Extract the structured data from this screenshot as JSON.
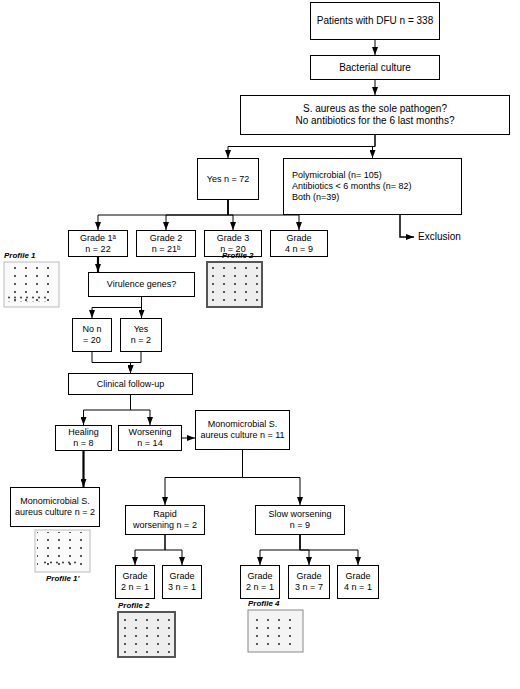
{
  "diagram": {
    "nodes": [
      {
        "text": [
          "Patients with DFU n = 338"
        ]
      },
      {
        "text": [
          "Bacterial culture"
        ]
      },
      {
        "text": [
          "S. aureus as the sole pathogen? No antibiotics for the 6 last months?"
        ]
      },
      {
        "text": [
          "Yes n = 72"
        ]
      },
      {
        "text": [
          "Polymicrobial (n= 105)",
          "Antibiotics < 6 months (n= 82)",
          "Both (n=39)"
        ]
      },
      {
        "text": [
          "Grade 1ᵃ n = 22"
        ]
      },
      {
        "text": [
          "Grade 2 n = 21ᵇ"
        ]
      },
      {
        "text": [
          "Grade 3 n = 20"
        ]
      },
      {
        "text": [
          "Grade 4 n = 9"
        ]
      },
      {
        "text": [
          "Virulence genes?"
        ]
      },
      {
        "text": [
          "No n = 20"
        ]
      },
      {
        "text": [
          "Yes n = 2"
        ]
      },
      {
        "text": [
          "Clinical follow-up"
        ]
      },
      {
        "text": [
          "Healing n = 8"
        ]
      },
      {
        "text": [
          "Worsening n = 14"
        ]
      },
      {
        "text": [
          "Monomicrobial S. aureus culture n = 11"
        ]
      },
      {
        "text": [
          "Monomicrobial S. aureus culture n = 2"
        ]
      },
      {
        "text": [
          "Rapid worsening n = 2"
        ]
      },
      {
        "text": [
          "Slow worsening n = 9"
        ]
      },
      {
        "text": [
          "Grade 2 n = 1"
        ]
      },
      {
        "text": [
          "Grade 3 n = 1"
        ]
      },
      {
        "text": [
          "Grade 2 n = 1"
        ]
      },
      {
        "text": [
          "Grade 3 n = 7"
        ]
      },
      {
        "text": [
          "Grade 4 n = 1"
        ]
      }
    ],
    "edges": [
      {
        "from": 0,
        "to": 1,
        "arrow": "to"
      },
      {
        "from": 1,
        "to": 2,
        "arrow": "to"
      },
      {
        "from": 2,
        "to": 3,
        "arrow": "to"
      },
      {
        "from": 2,
        "to": 4,
        "arrow": "to"
      },
      {
        "from": 3,
        "to": 5,
        "arrow": "to"
      },
      {
        "from": 3,
        "to": 6,
        "arrow": "to"
      },
      {
        "from": 3,
        "to": 7,
        "arrow": "to"
      },
      {
        "from": 3,
        "to": 8,
        "arrow": "to"
      },
      {
        "from": 5,
        "to": 9,
        "arrow": "to"
      },
      {
        "from": 9,
        "to": 10,
        "arrow": "to"
      },
      {
        "from": 9,
        "to": 11,
        "arrow": "to"
      },
      {
        "from": 10,
        "to": 12,
        "arrow": "to"
      },
      {
        "from": 11,
        "to": 12,
        "arrow": "to"
      },
      {
        "from": 12,
        "to": 13,
        "arrow": "to"
      },
      {
        "from": 12,
        "to": 14,
        "arrow": "to"
      },
      {
        "from": 14,
        "to": 15,
        "arrow": "to"
      },
      {
        "from": 13,
        "to": 16,
        "arrow": "to"
      },
      {
        "from": 15,
        "to": 17,
        "arrow": "to"
      },
      {
        "from": 15,
        "to": 18,
        "arrow": "to"
      },
      {
        "from": 17,
        "to": 19,
        "arrow": "to"
      },
      {
        "from": 17,
        "to": 20,
        "arrow": "to"
      },
      {
        "from": 18,
        "to": 21,
        "arrow": "to"
      },
      {
        "from": 18,
        "to": 22,
        "arrow": "to"
      },
      {
        "from": 18,
        "to": 23,
        "arrow": "to"
      }
    ],
    "labels": [
      "Profile 1",
      "Profile 2",
      "Exclusion",
      "Profile 1'",
      "Profile 2",
      "Profile 4"
    ]
  }
}
